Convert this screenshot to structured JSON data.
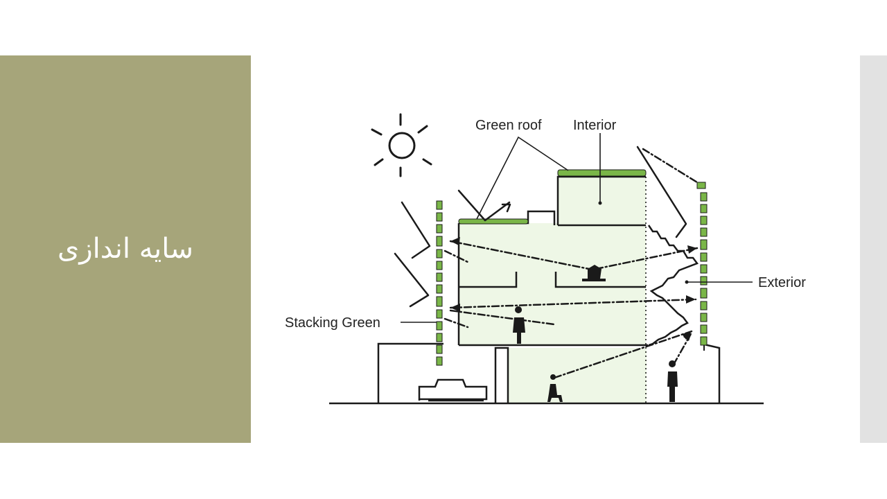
{
  "slide": {
    "title": "سایه اندازی",
    "panel_color": "#a6a57a",
    "strip_color": "#e2e2e2"
  },
  "diagram": {
    "labels": {
      "green_roof": "Green roof",
      "interior": "Interior",
      "exterior": "Exterior",
      "stacking_green": "Stacking Green"
    },
    "colors": {
      "vegetation": "#7ab648",
      "interior_fill": "#eef7e6",
      "ink": "#1a1a1a"
    }
  }
}
